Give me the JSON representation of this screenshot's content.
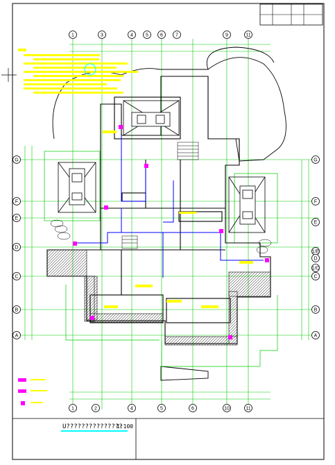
{
  "title_block": {
    "top_row": [
      "",
      "",
      "",
      "",
      ""
    ],
    "bottom_row": [
      "",
      "",
      "",
      "",
      ""
    ]
  },
  "plan_title": "U???????????????",
  "plan_scale": "1:100",
  "axes_top": [
    "1",
    "3",
    "4",
    "5",
    "6",
    "7",
    "9",
    "11"
  ],
  "axes_bottom": [
    "1",
    "2",
    "4",
    "5",
    "6",
    "10",
    "11"
  ],
  "axes_left": [
    "G",
    "F",
    "E",
    "D",
    "C",
    "B",
    "A"
  ],
  "axes_right": [
    "G",
    "F",
    "E",
    "1/E",
    "D",
    "1/C",
    "C",
    "B",
    "A"
  ],
  "legend": [
    {
      "color": "#ff00ff",
      "text": ""
    },
    {
      "color": "#ff00ff",
      "text": ""
    },
    {
      "color": "#ff00ff",
      "text": ""
    }
  ],
  "colors": {
    "frame": "#000000",
    "wall": "#000000",
    "dimension": "#00cc00",
    "axis_bubble": "#000000",
    "note_text": "#ffff00",
    "pipe": "#0000ff",
    "fixture": "#ff00ff",
    "title_underline": "#00ffff"
  }
}
